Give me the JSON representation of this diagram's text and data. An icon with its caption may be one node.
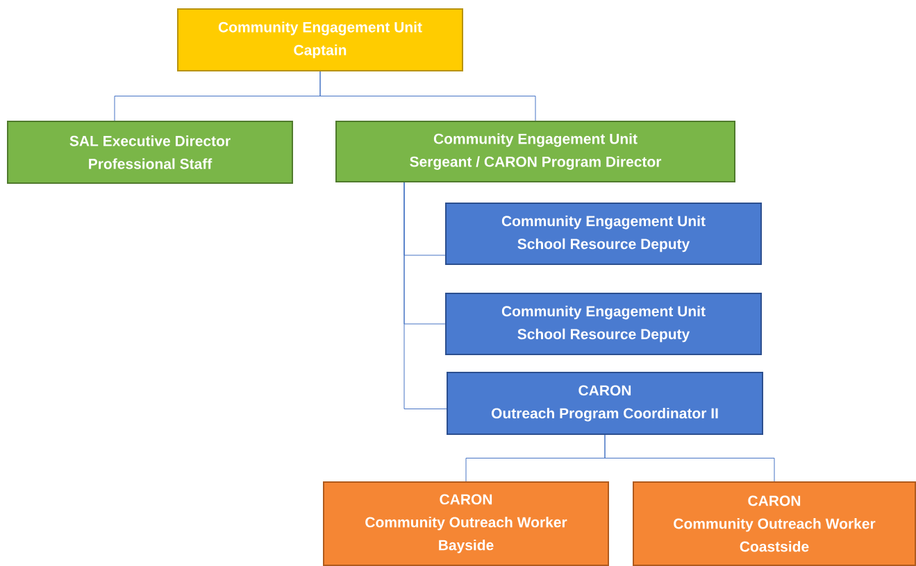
{
  "diagram": {
    "nodes": [
      {
        "text": [
          "Community Engagement Unit",
          "Captain"
        ]
      },
      {
        "text": [
          "SAL Executive Director",
          "Professional Staff"
        ]
      },
      {
        "text": [
          "Community Engagement Unit",
          "Sergeant / CARON Program Director"
        ]
      },
      {
        "text": [
          "Community Engagement Unit",
          "School Resource Deputy"
        ]
      },
      {
        "text": [
          "Community Engagement Unit",
          "School Resource Deputy"
        ]
      },
      {
        "text": [
          "CARON",
          "Outreach Program Coordinator II"
        ]
      },
      {
        "text": [
          "CARON",
          "Community Outreach Worker",
          "Bayside"
        ]
      },
      {
        "text": [
          "CARON",
          "Community Outreach Worker",
          "Coastside"
        ]
      }
    ],
    "edges": [
      {
        "from": 0,
        "to": 1,
        "arrow": "none"
      },
      {
        "from": 0,
        "to": 2,
        "arrow": "none"
      },
      {
        "from": 2,
        "to": 3,
        "arrow": "none"
      },
      {
        "from": 2,
        "to": 4,
        "arrow": "none"
      },
      {
        "from": 2,
        "to": 5,
        "arrow": "none"
      },
      {
        "from": 5,
        "to": 6,
        "arrow": "none"
      },
      {
        "from": 5,
        "to": 7,
        "arrow": "none"
      }
    ]
  }
}
